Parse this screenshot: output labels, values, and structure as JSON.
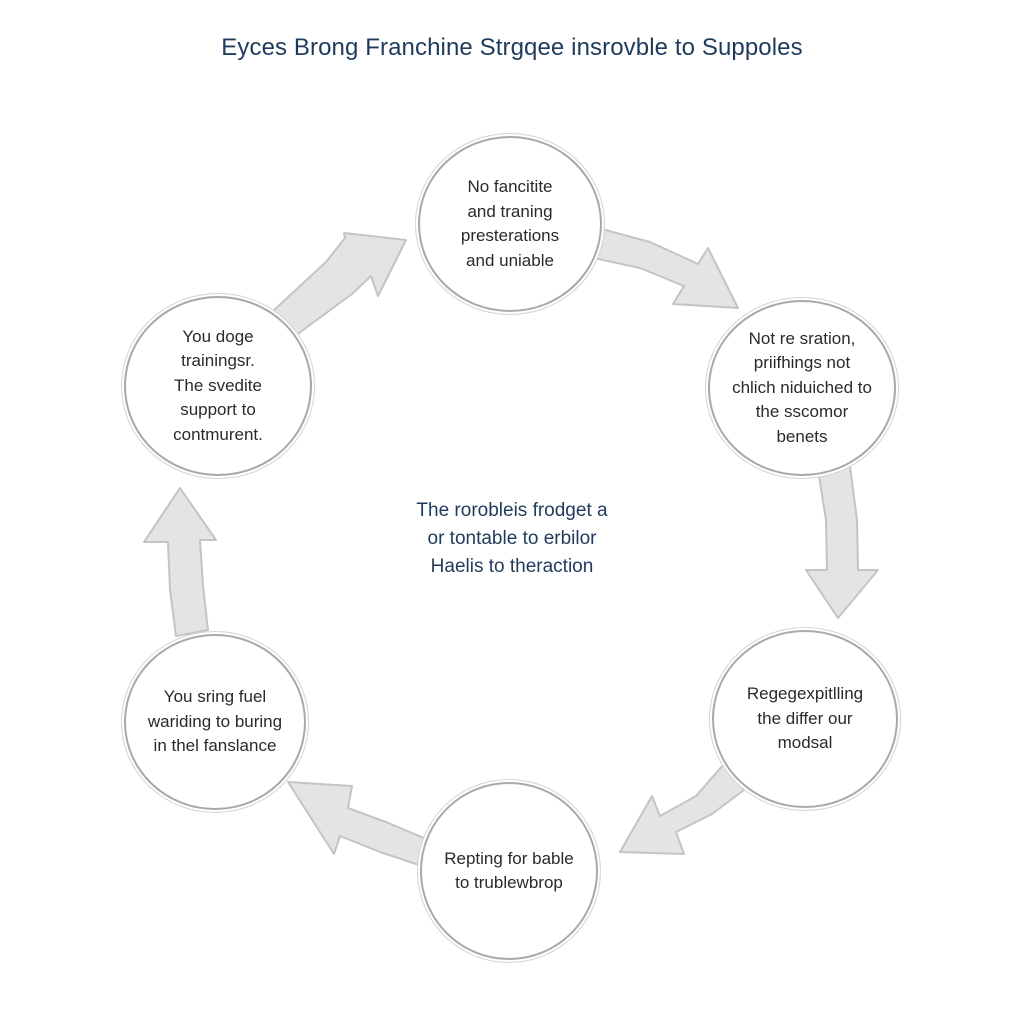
{
  "title": "Eyces Brong Franchine Strgqee insrovble to Suppoles",
  "center_text": "The rorobleis frodget a\nor tontable to erbilor\nHaelis to theraction",
  "nodes": [
    {
      "text": "No fancitite\nand traning\npresterations\nand uniable"
    },
    {
      "text": "Not re sration,\npriifhings not\nchlich niduiched to\nthe sscomor\nbenets"
    },
    {
      "text": "Regegexpitlling\nthe differ our\nmodsal"
    },
    {
      "text": "Repting for bable\nto trublewbrop"
    },
    {
      "text": "You sring fuel\nwariding to buring\nin thel fanslance"
    },
    {
      "text": "You doge\ntrainingsr.\nThe svedite\nsupport to\ncontmurent."
    }
  ],
  "colors": {
    "title": "#1f3b5c",
    "center_text": "#1f3b5c",
    "node_border": "#a9a9ad",
    "arrow_fill": "#e4e4e6",
    "node_text": "#2a2a2a"
  }
}
